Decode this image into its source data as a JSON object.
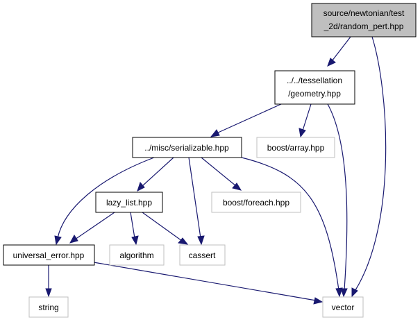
{
  "diagram": {
    "colors": {
      "edge": "#191970",
      "root_fill": "#bfbfbf",
      "local_border": "#000000",
      "external_border": "#bfbfbf"
    },
    "nodes": {
      "random_pert": {
        "lines": [
          "source/newtonian/test",
          "_2d/random_pert.hpp"
        ]
      },
      "geometry": {
        "lines": [
          "../../tessellation",
          "/geometry.hpp"
        ]
      },
      "serializable": {
        "lines": [
          "../misc/serializable.hpp"
        ]
      },
      "boost_array": {
        "lines": [
          "boost/array.hpp"
        ]
      },
      "lazy_list": {
        "lines": [
          "lazy_list.hpp"
        ]
      },
      "boost_foreach": {
        "lines": [
          "boost/foreach.hpp"
        ]
      },
      "universal_error": {
        "lines": [
          "universal_error.hpp"
        ]
      },
      "algorithm": {
        "lines": [
          "algorithm"
        ]
      },
      "cassert": {
        "lines": [
          "cassert"
        ]
      },
      "string": {
        "lines": [
          "string"
        ]
      },
      "vector": {
        "lines": [
          "vector"
        ]
      }
    },
    "edges": [
      {
        "from": "random_pert",
        "to": "geometry"
      },
      {
        "from": "random_pert",
        "to": "vector"
      },
      {
        "from": "geometry",
        "to": "serializable"
      },
      {
        "from": "geometry",
        "to": "boost_array"
      },
      {
        "from": "geometry",
        "to": "vector"
      },
      {
        "from": "serializable",
        "to": "lazy_list"
      },
      {
        "from": "serializable",
        "to": "universal_error"
      },
      {
        "from": "serializable",
        "to": "cassert"
      },
      {
        "from": "serializable",
        "to": "boost_foreach"
      },
      {
        "from": "serializable",
        "to": "vector"
      },
      {
        "from": "lazy_list",
        "to": "universal_error"
      },
      {
        "from": "lazy_list",
        "to": "algorithm"
      },
      {
        "from": "lazy_list",
        "to": "cassert"
      },
      {
        "from": "universal_error",
        "to": "string"
      },
      {
        "from": "universal_error",
        "to": "vector"
      }
    ]
  }
}
